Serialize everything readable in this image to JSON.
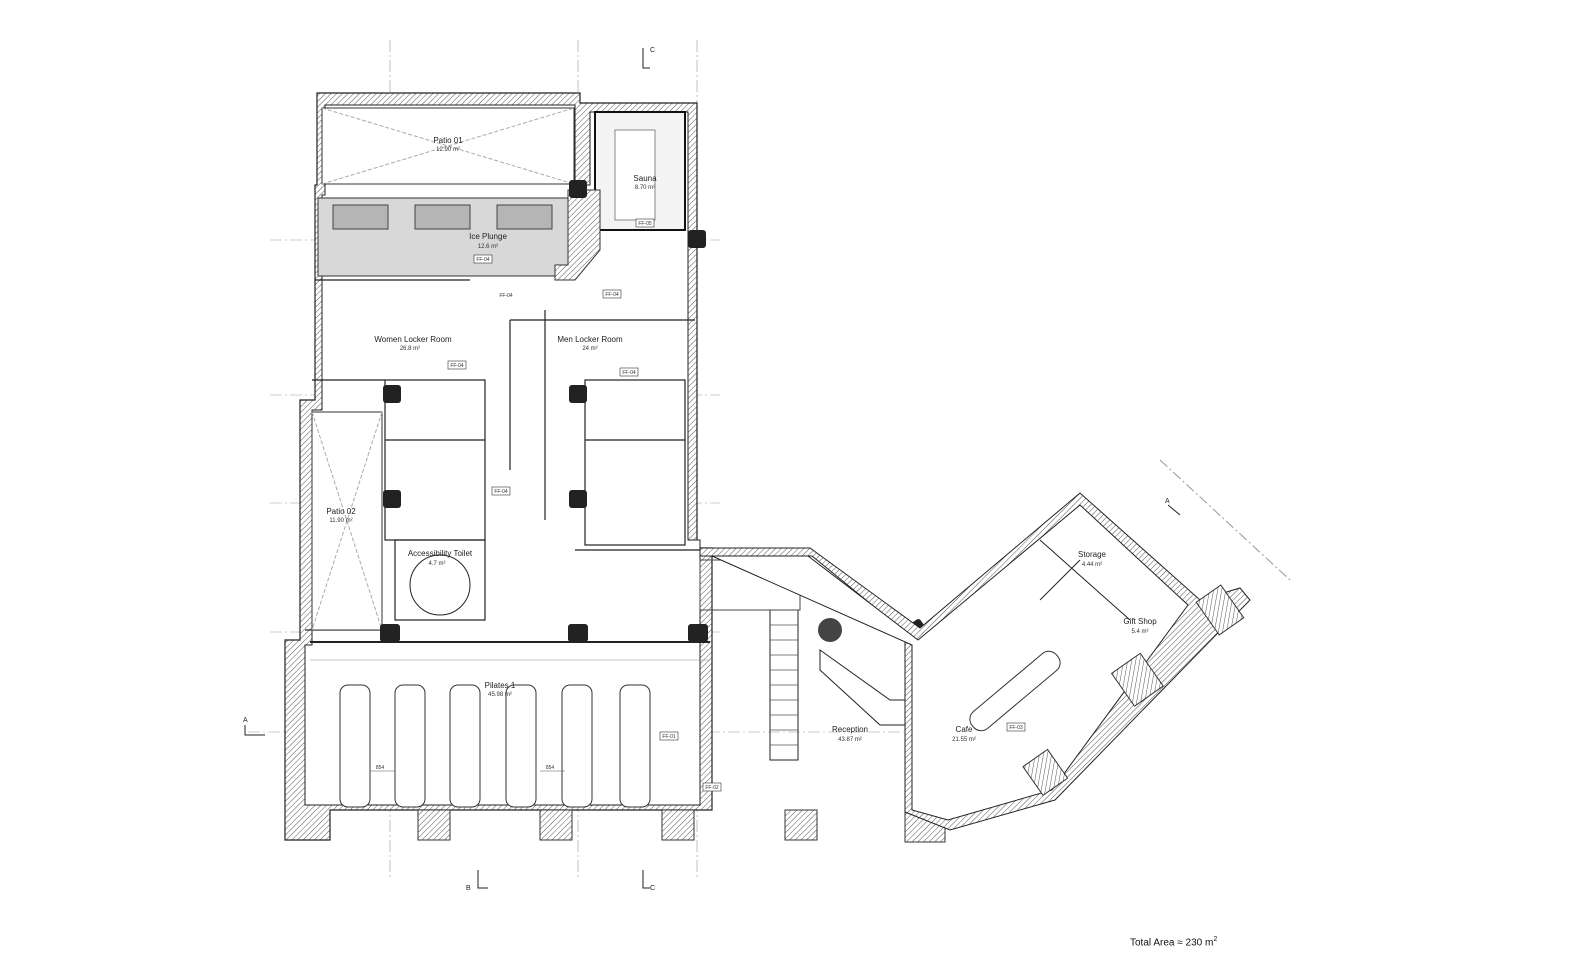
{
  "plan": {
    "total_area_label": "Total Area ≈ 230 m",
    "total_area_unit_sup": "2",
    "rooms": [
      {
        "name": "Patio 01",
        "area": "12.90 m²"
      },
      {
        "name": "Sauna",
        "area": "8.70 m²"
      },
      {
        "name": "Ice Plunge",
        "area": "12.6 m²"
      },
      {
        "name": "Women Locker Room",
        "area": "26.8 m²"
      },
      {
        "name": "Men Locker Room",
        "area": "24 m²"
      },
      {
        "name": "Patio 02",
        "area": "11.90 m²"
      },
      {
        "name": "Accessibility Toilet",
        "area": "4.7 m²"
      },
      {
        "name": "Pilates 1",
        "area": "45.98 m²"
      },
      {
        "name": "Reception",
        "area": "43.87 m²"
      },
      {
        "name": "Cafe",
        "area": "21.55 m²"
      },
      {
        "name": "Storage",
        "area": "4.44 m²"
      },
      {
        "name": "Gift Shop",
        "area": "5.4 m²"
      }
    ],
    "finish_tags": [
      "FF-04",
      "FF-05",
      "FF-04",
      "FF-04",
      "FF-04",
      "FF-04",
      "FF-04",
      "FF-01",
      "FF-02",
      "FF-03"
    ],
    "section_markers": [
      "A",
      "B",
      "C",
      "C",
      "A"
    ],
    "dimensions": [
      "854",
      "854"
    ]
  }
}
